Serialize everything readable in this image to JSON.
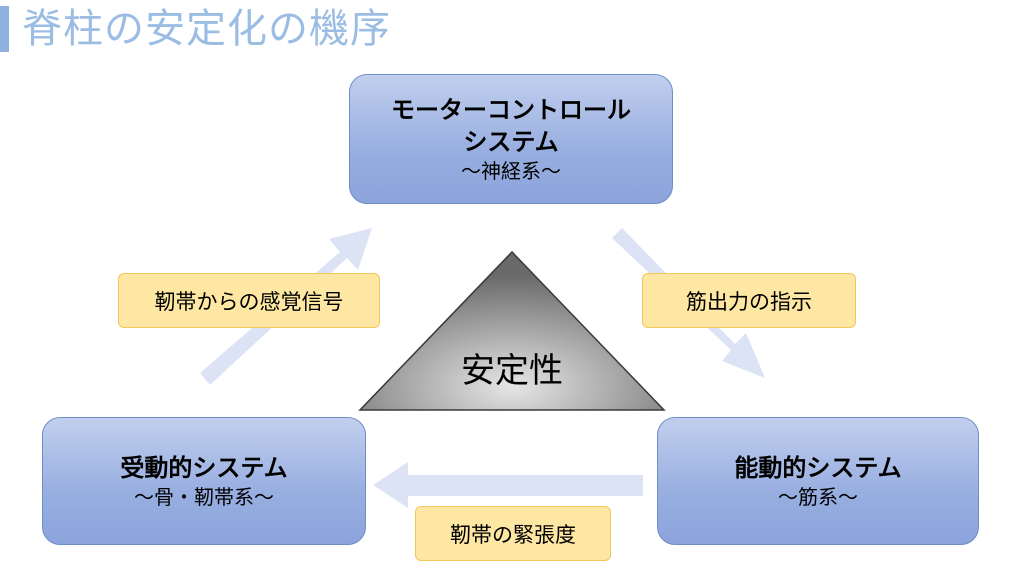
{
  "slide_title": "脊柱の安定化の機序",
  "boxes": {
    "motor_control": {
      "line1": "モーターコントロール",
      "line2": "システム",
      "sub": "〜神経系〜"
    },
    "passive": {
      "main": "受動的システム",
      "sub": "〜骨・靭帯系〜"
    },
    "active": {
      "main": "能動的システム",
      "sub": "〜筋系〜"
    }
  },
  "labels": {
    "ligament_signal": "靭帯からの感覚信号",
    "muscle_output": "筋出力の指示",
    "ligament_tension": "靭帯の緊張度"
  },
  "center": {
    "label": "安定性"
  },
  "colors": {
    "title": "#9bbde3",
    "box_fill": "#97aee0",
    "box_border": "#6f8dc8",
    "label_fill": "#fde7a2",
    "label_border": "#f1c65a",
    "arrow": "#dbe3f4"
  }
}
